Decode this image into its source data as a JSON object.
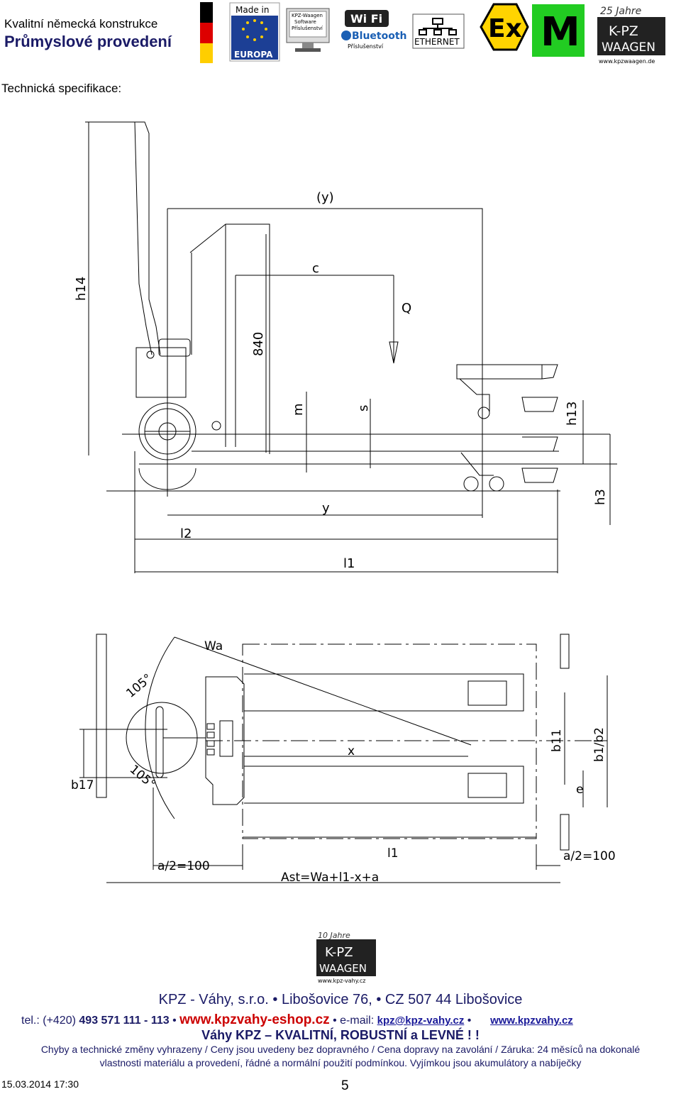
{
  "header": {
    "line1": "Kvalitní německá konstrukce",
    "line2": "Průmyslové provedení",
    "logos": {
      "made_in": "Made in",
      "europa": "EUROPA",
      "kpz_software": [
        "KPZ-Waagen",
        "Software",
        "Příslušenství"
      ],
      "wifi": "Wi Fi",
      "bluetooth": "Bluetooth",
      "bluetooth_sub": "Příslušenství",
      "ethernet": "ETHERNET",
      "ex": "Ex",
      "m": "M",
      "jahre": "25 Jahre",
      "kpz": "K-PZ",
      "waagen": "WAAGEN",
      "kpz_url": "www.kpzwaagen.de"
    }
  },
  "spec_title": "Technická specifikace:",
  "side_drawing_labels": {
    "y_paren": "(y)",
    "c": "c",
    "q": "Q",
    "h14": "h14",
    "h840": "840",
    "m": "m",
    "s": "s",
    "h13": "h13",
    "h3": "h3",
    "y": "y",
    "l2": "l2",
    "l1": "l1"
  },
  "top_drawing_labels": {
    "wa": "Wa",
    "angle1": "105°",
    "angle2": "105°",
    "x": "x",
    "b11": "b11",
    "b1b2": "b1/b2",
    "e": "e",
    "b17": "b17",
    "l1": "l1",
    "a2_left": "a/2=100",
    "a2_right": "a/2=100",
    "ast": "Ast=Wa+l1-x+a"
  },
  "footer_logo": {
    "jahre": "10 Jahre",
    "kpz": "K-PZ",
    "waagen": "WAAGEN",
    "url": "www.kpz-vahy.cz"
  },
  "footer": {
    "company": "KPZ - Váhy, s.r.o. • Libošovice 76, • CZ 507 44 Libošovice",
    "tel_prefix": "tel.: (+420)",
    "tel_number": "493 571 111 - 113",
    "eshop": "www.kpzvahy-eshop.cz",
    "email_label": "e-mail:",
    "email": "kpz@kpz-vahy.cz",
    "web": "www.kpzvahy.cz",
    "slogan": "Váhy KPZ – KVALITNÍ, ROBUSTNÍ a LEVNÉ ! !",
    "disclaimer1": "Chyby a technické změny vyhrazeny / Ceny jsou uvedeny bez dopravného / Cena dopravy na zavolání / Záruka: 24 měsíců na dokonalé",
    "disclaimer2": "vlastnosti materiálu a provedení, řádné a normální použití podmínkou. Vyjímkou jsou akumulátory a nabíječky",
    "date": "15.03.2014 17:30",
    "page": "5"
  }
}
